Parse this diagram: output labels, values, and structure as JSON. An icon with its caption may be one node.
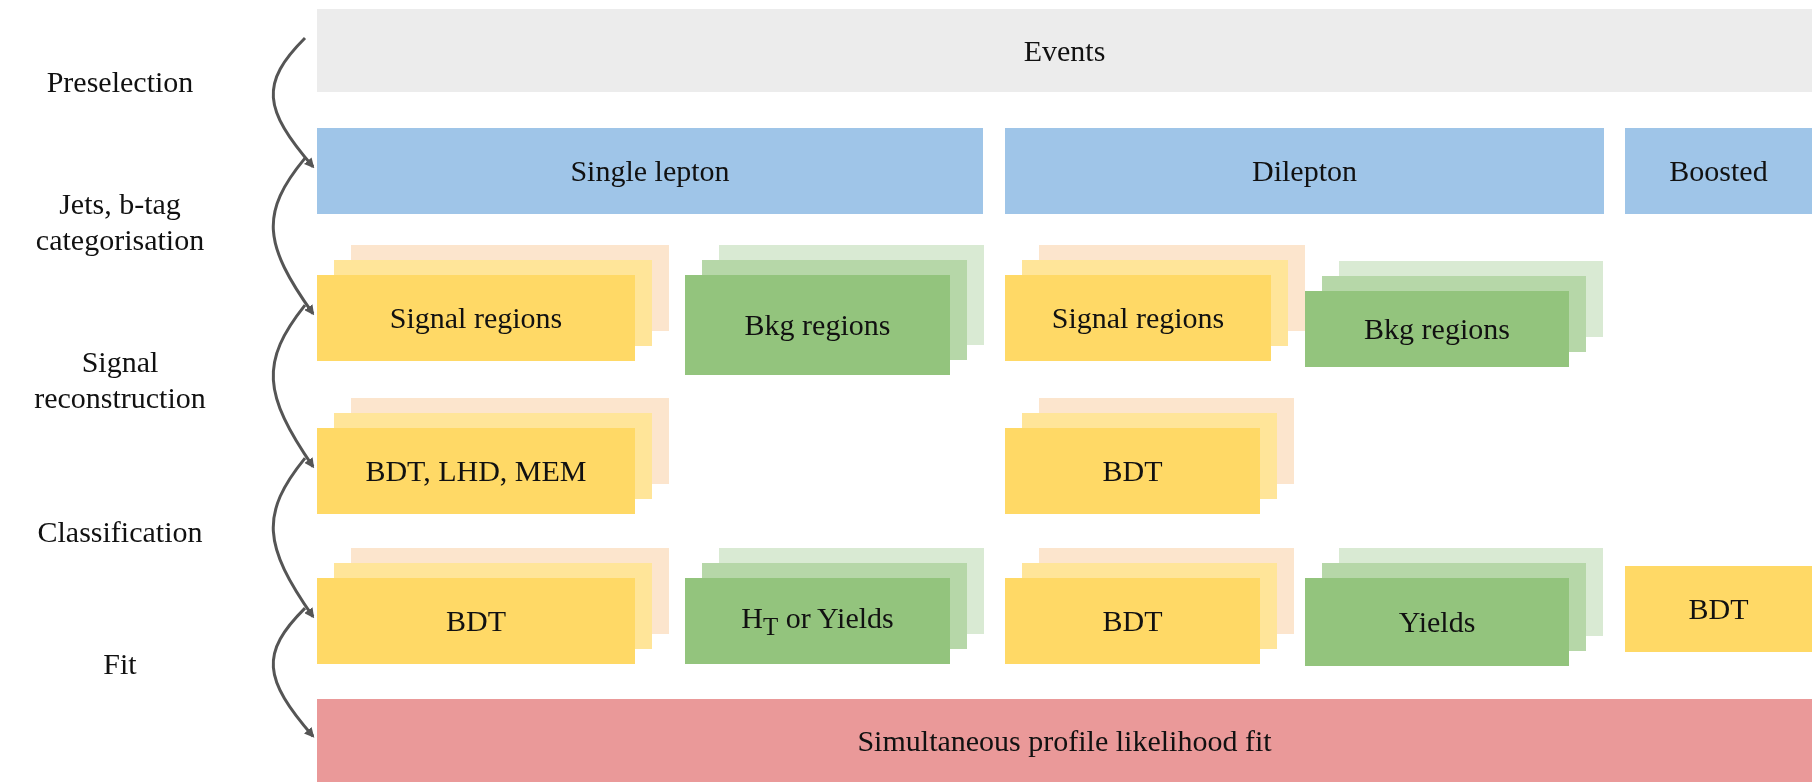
{
  "diagram": {
    "nodes": [
      {
        "text": [
          "Events"
        ]
      },
      {
        "text": [
          "Single lepton"
        ]
      },
      {
        "text": [
          "Dilepton"
        ]
      },
      {
        "text": [
          "Boosted"
        ]
      },
      {
        "text": [
          "Signal regions"
        ]
      },
      {
        "text": [
          "Bkg regions"
        ]
      },
      {
        "text": [
          "Signal regions"
        ]
      },
      {
        "text": [
          "Bkg regions"
        ]
      },
      {
        "text": [
          "BDT, LHD, MEM"
        ]
      },
      {
        "text": [
          "BDT"
        ]
      },
      {
        "text": [
          "BDT"
        ]
      },
      {
        "text": [
          "H$_{T}$ or Yields"
        ]
      },
      {
        "text": [
          "BDT"
        ]
      },
      {
        "text": [
          "Yields"
        ]
      },
      {
        "text": [
          "BDT"
        ]
      },
      {
        "text": [
          "Simultaneous profile likelihood fit"
        ]
      }
    ],
    "edges": [
      {
        "from": 0,
        "to": 1,
        "arrow": "to",
        "label": "Preselection"
      },
      {
        "from": 1,
        "to": 4,
        "arrow": "to",
        "label": "Jets, b-tag categorisation"
      },
      {
        "from": 4,
        "to": 8,
        "arrow": "to",
        "label": "Signal reconstruction"
      },
      {
        "from": 8,
        "to": 10,
        "arrow": "to",
        "label": "Classification"
      },
      {
        "from": 10,
        "to": 15,
        "arrow": "to",
        "label": "Fit"
      }
    ]
  }
}
